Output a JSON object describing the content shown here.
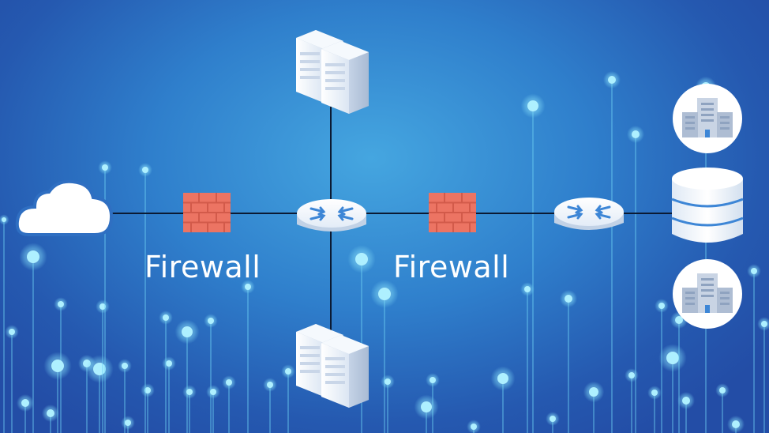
{
  "labels": {
    "firewall_left": "Firewall",
    "firewall_right": "Firewall"
  },
  "nodes": [
    {
      "id": "cloud",
      "icon": "cloud-icon"
    },
    {
      "id": "firewall-left",
      "icon": "brick-wall-icon"
    },
    {
      "id": "router-center",
      "icon": "router-icon"
    },
    {
      "id": "firewall-right",
      "icon": "brick-wall-icon"
    },
    {
      "id": "router-right",
      "icon": "router-icon"
    },
    {
      "id": "server-top",
      "icon": "server-rack-icon"
    },
    {
      "id": "server-bottom",
      "icon": "server-rack-icon"
    },
    {
      "id": "database",
      "icon": "database-icon"
    },
    {
      "id": "server-badge-top",
      "icon": "server-building-icon"
    },
    {
      "id": "server-badge-bottom",
      "icon": "server-building-icon"
    }
  ],
  "colors": {
    "bg_center": "#45a6e0",
    "bg_edge": "#234da6",
    "firewall": "#ec7463",
    "link": "#0b1a33",
    "device": "#eef4fb",
    "device_accent": "#3d86d6"
  }
}
